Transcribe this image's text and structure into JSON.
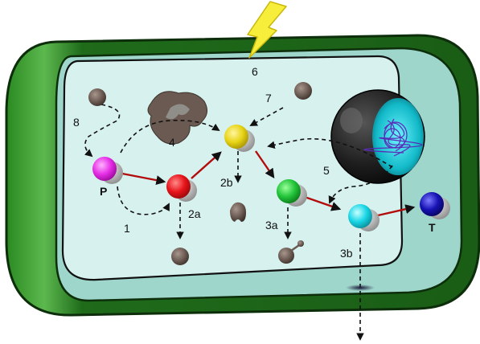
{
  "labels": {
    "p": "P",
    "t": "T",
    "n1": "1",
    "n2a": "2a",
    "n2b": "2b",
    "n3a": "3a",
    "n3b": "3b",
    "n4": "4",
    "n5": "5",
    "n6": "6",
    "n7": "7",
    "n8": "8"
  },
  "icons": {
    "lightning": "lightning-bolt-icon",
    "enzyme": "enzyme-icon",
    "nucleus": "nucleus-icon"
  },
  "colors": {
    "cell_wall": "#1f6b1a",
    "cytoplasm": "#d6f1ee",
    "vacuole": "#9fd6cc",
    "magenta": "#e62ee6",
    "red": "#e8141b",
    "yellow": "#e8d416",
    "green": "#22c43a",
    "cyan": "#19d6e6",
    "blue": "#1612b4",
    "brown": "#6a5a52",
    "lightning": "#f6ee3a",
    "arrow_red": "#b30c0c"
  }
}
